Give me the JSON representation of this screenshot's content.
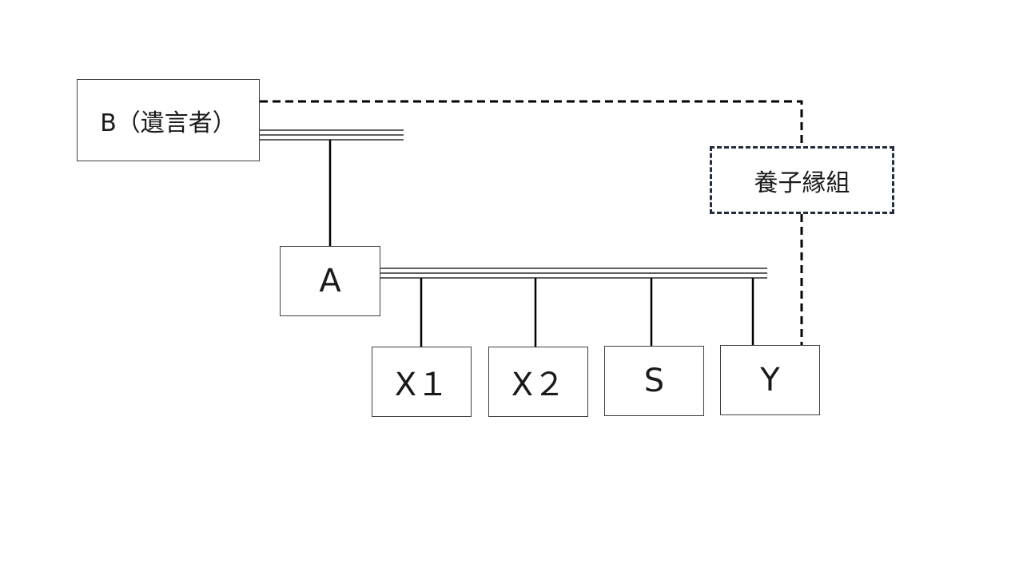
{
  "diagram": {
    "nodes": {
      "b": {
        "label": "B（遺言者）"
      },
      "a": {
        "label": "A"
      },
      "x1": {
        "label": "X１"
      },
      "x2": {
        "label": "X２"
      },
      "s": {
        "label": "S"
      },
      "y": {
        "label": "Y"
      },
      "adoption": {
        "label": "養子縁組"
      }
    },
    "edges": [
      {
        "from": "b",
        "to": "a",
        "kind": "parent-child"
      },
      {
        "from": "a",
        "to": "x1",
        "kind": "parent-child"
      },
      {
        "from": "a",
        "to": "x2",
        "kind": "parent-child"
      },
      {
        "from": "a",
        "to": "s",
        "kind": "parent-child"
      },
      {
        "from": "a",
        "to": "y",
        "kind": "parent-child"
      },
      {
        "from": "b",
        "to": "y",
        "kind": "adoption",
        "via": "adoption"
      }
    ],
    "colors": {
      "line": "#000000",
      "box_border": "#404040",
      "adoption_border": "#1f2d3d"
    }
  }
}
